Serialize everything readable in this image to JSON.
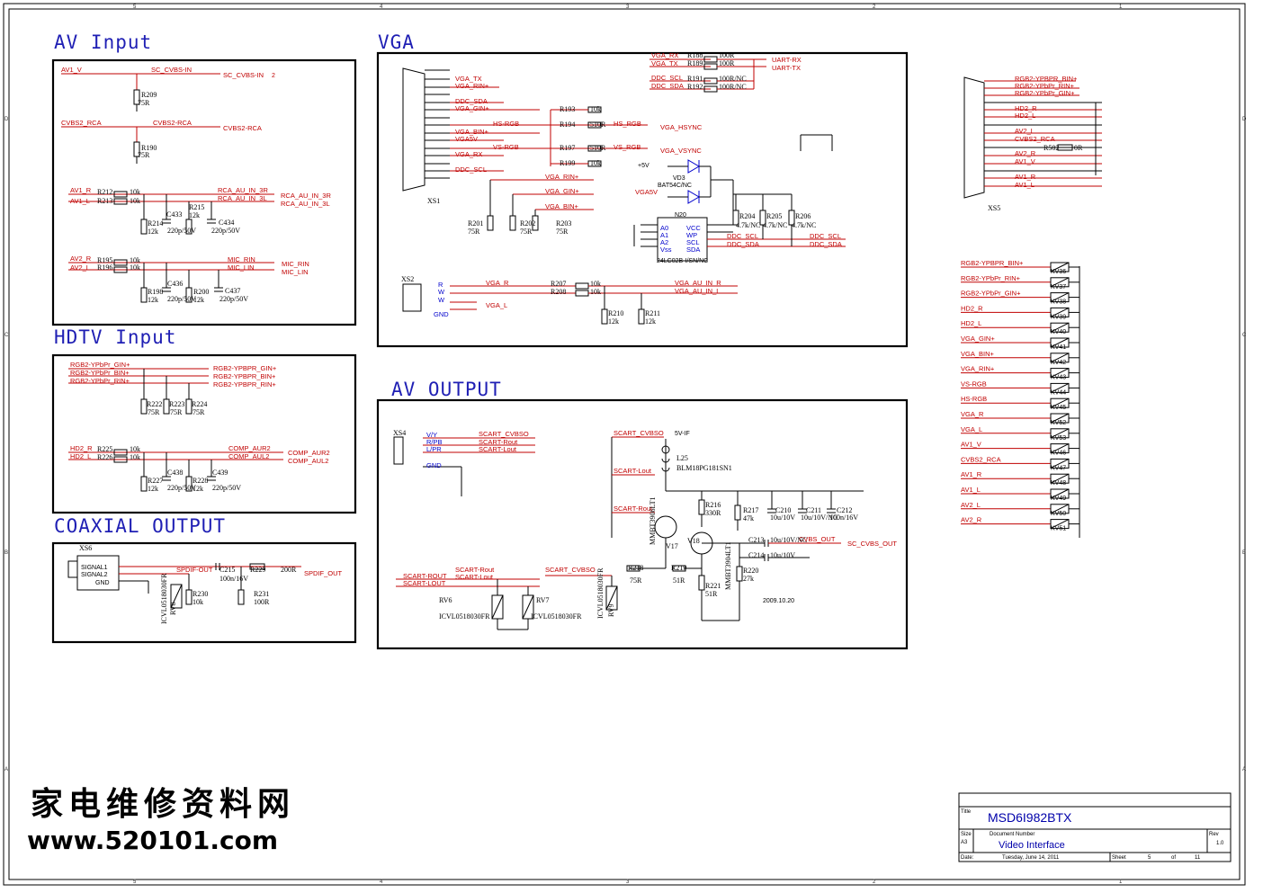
{
  "sections": {
    "av_input": "AV Input",
    "hdtv_input": "HDTV Input",
    "coaxial_output": "COAXIAL OUTPUT",
    "vga": "VGA",
    "av_output": "AV OUTPUT"
  },
  "grid": {
    "cols": [
      "5",
      "4",
      "3",
      "2",
      "1"
    ],
    "rows": [
      "D",
      "C",
      "B",
      "A"
    ]
  },
  "watermark": {
    "line1": "家电维修资料网",
    "line2": "www.520101.com"
  },
  "date_note": "2009.10.20",
  "title_block": {
    "title_label": "Title",
    "title": "MSD6I982BTX",
    "size_label": "Size",
    "size": "A3",
    "doc_label": "Document Number",
    "doc": "Video Interface",
    "rev_label": "Rev",
    "rev": "1.0",
    "date_label": "Date:",
    "date": "Tuesday, June 14, 2011",
    "sheet_label": "Sheet",
    "sheet": "5",
    "of_label": "of",
    "of": "11"
  },
  "av_input": {
    "nets": [
      "AV1_V",
      "SC_CVBS-IN",
      "SC_CVBS-IN",
      "CVBS2_RCA",
      "CVBS2-RCA",
      "CVBS2-RCA",
      "AV1_R",
      "AV1_L",
      "RCA_AU_IN_3R",
      "RCA_AU_IN_3L",
      "RCA_AU_IN_3R",
      "RCA_AU_IN_3L",
      "AV2_R",
      "AV2_L",
      "MIC_RIN",
      "MIC_LIN",
      "MIC_RIN",
      "MIC_LIN"
    ],
    "parts": [
      "R209",
      "75R",
      "R190",
      "75R",
      "R212",
      "10k",
      "R213",
      "10k",
      "R214",
      "12k",
      "C433",
      "220p/50V",
      "R215",
      "12k",
      "C434",
      "220p/50V",
      "R195",
      "10k",
      "R196",
      "10k",
      "R198",
      "12k",
      "C436",
      "220p/50V",
      "R200",
      "12k",
      "C437",
      "220p/50V"
    ]
  },
  "hdtv_input": {
    "nets": [
      "RGB2-YPbPr_GIN+",
      "RGB2-YPbPr_BIN+",
      "RGB2-YPbPr_RIN+",
      "RGB2-YPBPR_GIN+",
      "RGB2-YPBPR_BIN+",
      "RGB2-YPBPR_RIN+",
      "HD2_R",
      "HD2_L",
      "COMP_AUR2",
      "COMP_AUL2",
      "COMP_AUR2",
      "COMP_AUL2"
    ],
    "parts": [
      "R222",
      "75R",
      "R223",
      "75R",
      "R224",
      "75R",
      "R225",
      "10k",
      "R226",
      "10k",
      "R227",
      "12k",
      "C438",
      "220p/50V",
      "R228",
      "12k",
      "C439",
      "220p/50V"
    ]
  },
  "coaxial": {
    "conn": "XS6",
    "pins": [
      "SIGNAL1",
      "SIGNAL2",
      "GND"
    ],
    "nets": [
      "SPDIF-OUT",
      "SPDIF_OUT"
    ],
    "parts": [
      "C215",
      "100n/16V",
      "R229",
      "200R",
      "R230",
      "10k",
      "R231",
      "100R",
      "ICVL0518030FR",
      "RV8"
    ]
  },
  "vga": {
    "conn": "XS1",
    "pin_nets": [
      "VGA_TX",
      "VGA_RIN+",
      "DDC_SDA",
      "VGA_GIN+",
      "HS-RGB",
      "VGA_BIN+",
      "VGA5V",
      "VS-RGB",
      "VGA_RX",
      "DDC_SCL"
    ],
    "uart_nets": [
      "VGA_RX",
      "VGA_TX",
      "UART-RX",
      "UART-TX",
      "DDC_SCL",
      "DDC_SDA"
    ],
    "parts": [
      "R188",
      "100R",
      "R189",
      "100R",
      "R191",
      "100R/NC",
      "R192",
      "100R/NC",
      "R193",
      "10k",
      "R194",
      "510R",
      "R197",
      "510R",
      "R199",
      "10k",
      "R201",
      "75R",
      "R202",
      "75R",
      "R203",
      "75R",
      "R204",
      "4.7k/NC",
      "R205",
      "4.7k/NC",
      "R206",
      "4.7k/NC"
    ],
    "sig_nets": [
      "VGA_RIN+",
      "VGA_GIN+",
      "VGA_BIN+",
      "HS_RGB",
      "VGA_HSYNC",
      "VS_RGB",
      "VGA_VSYNC",
      "+5V",
      "VGA5V",
      "DDC_SCL",
      "DDC_SDA",
      "DDC_SCL",
      "DDC_SDA"
    ],
    "eeprom": {
      "ref": "N20",
      "pins_left": [
        "A0",
        "A1",
        "A2",
        "Vss"
      ],
      "pins_right": [
        "VCC",
        "WP",
        "SCL",
        "SDA"
      ],
      "part": "24LC02B-I/SN/NC"
    },
    "diode": {
      "ref": "VD3",
      "part": "BAT54C/NC"
    },
    "audio_conn": "XS2",
    "audio_pins": [
      "R",
      "W",
      "W",
      "GND"
    ],
    "audio_nets": [
      "VGA_R",
      "VGA_L",
      "VGA_AU_IN_R",
      "VGA_AU_IN_L"
    ],
    "audio_parts": [
      "R207",
      "10k",
      "R208",
      "10k",
      "R210",
      "12k",
      "R211",
      "12k"
    ]
  },
  "hd_conn": {
    "conn": "XS5",
    "nets": [
      "RGB2-YPBPR_BIN+",
      "RGB2-YPbPr_RIN+",
      "RGB2-YPbPr_GIN+",
      "HD2_R",
      "HD2_L",
      "AV2_L",
      "CVBS2_RCA",
      "AV2_R",
      "AV1_V",
      "AV1_R",
      "AV1_L"
    ],
    "parts": [
      "R502",
      "0R"
    ]
  },
  "esd": {
    "nets": [
      "RGB2-YPBPR_BIN+",
      "RGB2-YPbPr_RIN+",
      "RGB2-YPbPr_GIN+",
      "HD2_R",
      "HD2_L",
      "VGA_GIN+",
      "VGA_BIN+",
      "VGA_RIN+",
      "VS-RGB",
      "HS-RGB",
      "VGA_R",
      "VGA_L",
      "AV1_V",
      "CVBS2_RCA",
      "AV1_R",
      "AV1_L",
      "AV2_L",
      "AV2_R"
    ],
    "refs": [
      "KV36",
      "KV37",
      "KV38",
      "KV39",
      "KV40",
      "KV41",
      "KV42",
      "KV43",
      "KV44",
      "KV45",
      "KV52",
      "KV53",
      "KV46",
      "KV47",
      "KV48",
      "KV49",
      "KV50",
      "KV51"
    ]
  },
  "av_output": {
    "conn": "XS4",
    "pins": [
      "V/Y",
      "R/PB",
      "L/PR",
      "GND"
    ],
    "nets": [
      "SCART_CVBSO",
      "SCART-Rout",
      "SCART-Lout",
      "SCART-ROUT",
      "SCART-LOUT",
      "SCART-Rout",
      "SCART-Lout",
      "SCART_CVBSO",
      "SCART_CVBSO",
      "SCART-Lout",
      "SCART-Rout",
      "CVBS_OUT",
      "SC_CVBS_OUT"
    ],
    "parts": [
      "5V-IF",
      "L25",
      "BLM18PG181SN1",
      "R216",
      "330R",
      "R217",
      "47k",
      "C210",
      "10u/10V",
      "C211",
      "10u/10V/NC",
      "C212",
      "100n/16V",
      "V17",
      "MMBT3906LT1",
      "V18",
      "MMBT3904LT1",
      "R218",
      "75R",
      "R219",
      "51R",
      "R221",
      "51R",
      "R220",
      "27k",
      "C213",
      "10u/10V/NC",
      "C214",
      "10u/10V",
      "RV6",
      "RV7",
      "ICVL0518030FR",
      "ICVL0518030FR",
      "RV9",
      "ICVL0518030FR"
    ]
  }
}
